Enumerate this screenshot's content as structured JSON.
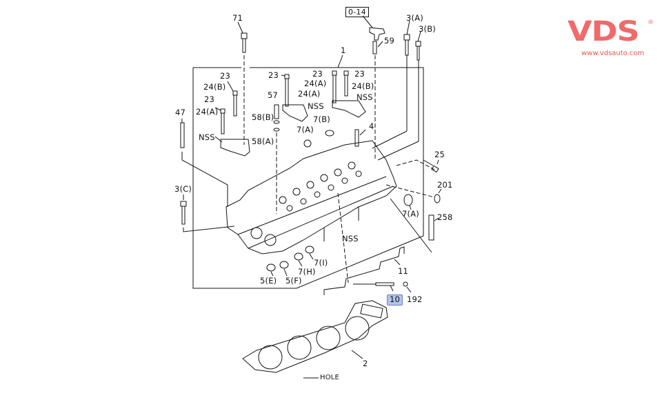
{
  "brand": {
    "logo_text": "VDS",
    "registered_mark": "®",
    "website": "www.vdsauto.com",
    "color": "#f06a6a"
  },
  "diagram": {
    "title_ref": "0-14",
    "highlight_color": "#b3c3ea",
    "highlighted_part": "10",
    "callouts": {
      "p71": "71",
      "p1": "1",
      "p59": "59",
      "p3a": "3(A)",
      "p3b": "3(B)",
      "p23_a": "23",
      "p24b_a": "24(B)",
      "p23_b": "23",
      "p24a_a": "24(A)",
      "p47": "47",
      "nss_a": "NSS",
      "p23_c": "23",
      "p24a_b": "24(A)",
      "p57": "57",
      "p58b": "58(B)",
      "p58a": "58(A)",
      "p23_d": "23",
      "p24a_c": "24(A)",
      "p23_e": "23",
      "p24b_b": "24(B)",
      "nss_b": "NSS",
      "nss_c": "NSS",
      "p7b": "7(B)",
      "p7a_a": "7(A)",
      "p4": "4",
      "p25": "25",
      "p201": "201",
      "p7a_b": "7(A)",
      "p258": "258",
      "p3c": "3(C)",
      "nss_d": "NSS",
      "p7i": "7(I)",
      "p7h": "7(H)",
      "p5e": "5(E)",
      "p5f": "5(F)",
      "p11": "11",
      "p10": "10",
      "p192": "192",
      "p2": "2",
      "hole": "HOLE"
    }
  }
}
